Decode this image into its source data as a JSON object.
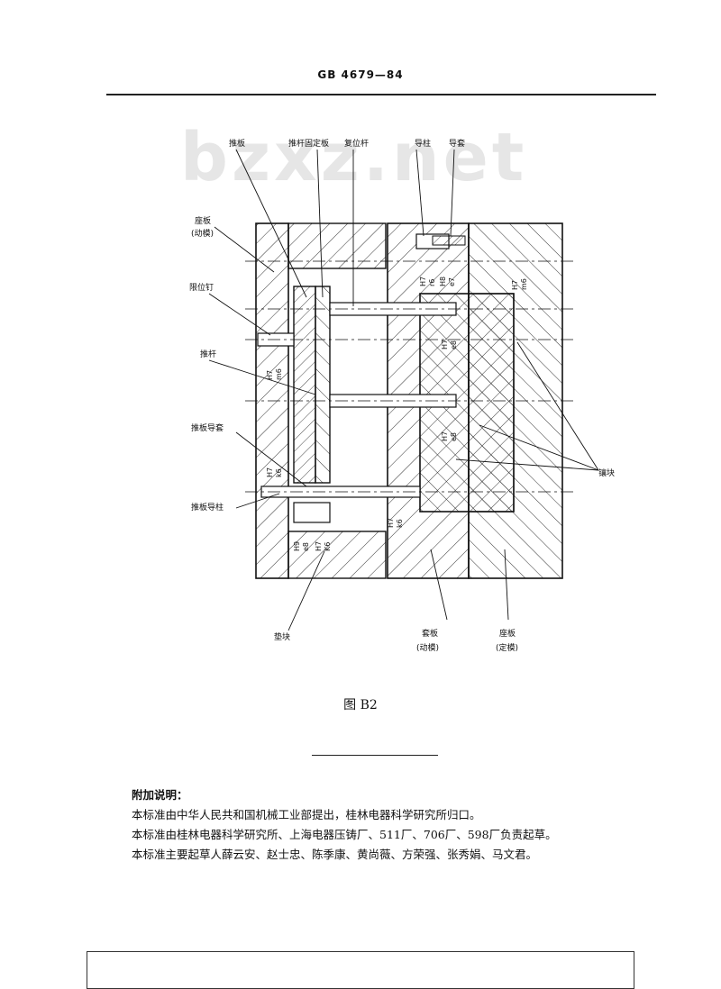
{
  "header": {
    "standard_no": "GB 4679—84"
  },
  "watermark": "bzxz.net",
  "figure": {
    "caption": "图 B2",
    "labels": {
      "tuiban": "推板",
      "tuigan_guding_ban": "推杆固定板",
      "fuwei_gan": "复位杆",
      "daozhu": "导柱",
      "daotao": "导套",
      "zuoban_1": "座板",
      "zuoban_1_sub": "(动模)",
      "xianwei_ding": "限位钉",
      "tuigan": "推杆",
      "tuiban_daotao": "推板导套",
      "tuiban_daozhu": "推板导柱",
      "dianquai": "垫块",
      "tuokuai": "镶块",
      "taoban": "套板",
      "taoban_sub": "(动模)",
      "zuoban_2": "座板",
      "zuoban_2_sub": "(定模)"
    },
    "fits": {
      "f1_top": "H7",
      "f1_bot": "r6",
      "f2_top": "H8",
      "f2_bot": "e7",
      "f3_top": "H7",
      "f3_bot": "m6",
      "f4_top": "H7",
      "f4_bot": "e8",
      "f5_top": "H7",
      "f5_bot": "m6",
      "f6_top": "H7",
      "f6_bot": "e8",
      "f7_top": "H7",
      "f7_bot": "k6",
      "f8_top": "H9",
      "f8_bot": "e8",
      "f9_top": "H7",
      "f9_bot": "K6",
      "f10_top": "H7",
      "f10_bot": "k6"
    }
  },
  "notes": {
    "title": "附加说明：",
    "lines": [
      "本标准由中华人民共和国机械工业部提出，桂林电器科学研究所归口。",
      "本标准由桂林电器科学研究所、上海电器压铸厂、511厂、706厂、598厂负责起草。",
      "本标准主要起草人薛云安、赵士忠、陈季康、黄尚薇、方荣强、张秀娟、马文君。"
    ]
  }
}
